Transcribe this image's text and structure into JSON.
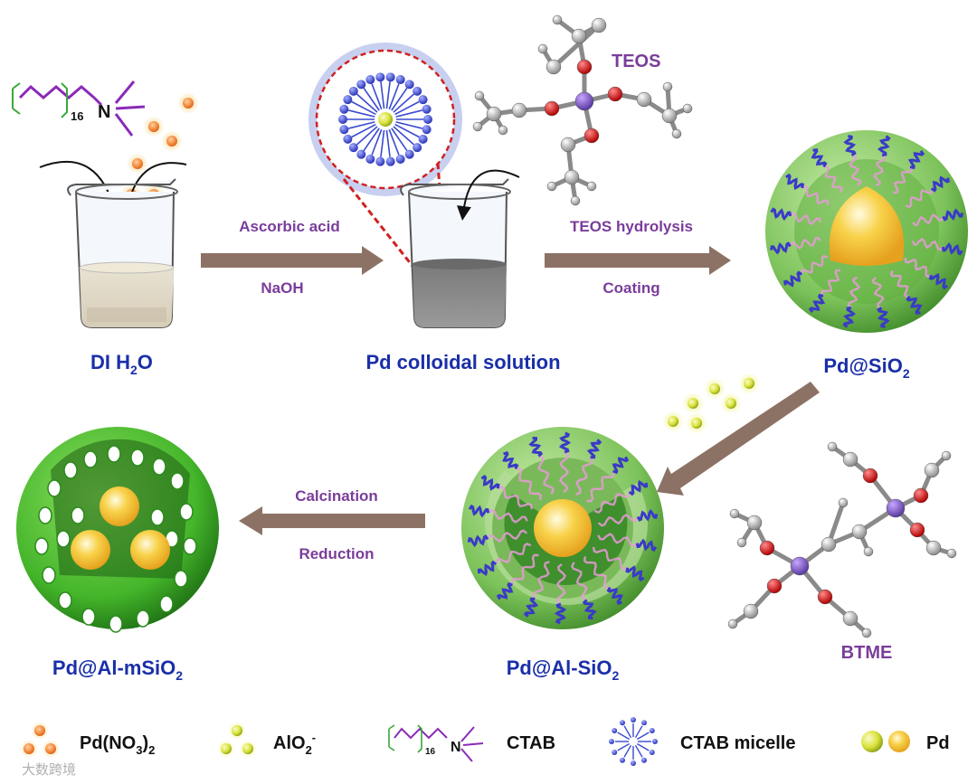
{
  "labels": {
    "di_h2o": "DI H",
    "di_h2o_sub": "2",
    "di_h2o_tail": "O",
    "pd_colloidal": "Pd colloidal solution",
    "pd_sio2": "Pd@SiO",
    "pd_sio2_sub": "2",
    "pd_al_sio2": "Pd@Al-SiO",
    "pd_al_sio2_sub": "2",
    "pd_al_msio2": "Pd@Al-mSiO",
    "pd_al_msio2_sub": "2",
    "teos": "TEOS",
    "btme": "BTME",
    "ctab_n16": "16",
    "ctab_n": "N"
  },
  "arrows": {
    "step1_top": "Ascorbic acid",
    "step1_bottom": "NaOH",
    "step2_top": "TEOS hydrolysis",
    "step2_bottom": "Coating",
    "step3_top": "Calcination",
    "step3_bottom": "Reduction"
  },
  "legend": {
    "pd_no3": "Pd(NO",
    "pd_no3_sub": "3",
    "pd_no3_tail": ")",
    "pd_no3_sub2": "2",
    "alo2": "AlO",
    "alo2_sub": "2",
    "alo2_sup": "-",
    "ctab": "CTAB",
    "ctab_n16": "16",
    "ctab_n": "N",
    "ctab_micelle": "CTAB micelle",
    "pd": "Pd"
  },
  "watermark": "大数跨境",
  "colors": {
    "title_blue": "#1a2fa8",
    "purple": "#7a3d9a",
    "arrow": "#8c7265",
    "green_dark": "#3c8a2c",
    "green_light": "#8ed06e",
    "gold": "#f5c542",
    "orange": "#f08a3a",
    "chain_blue": "#3a3ac8"
  }
}
